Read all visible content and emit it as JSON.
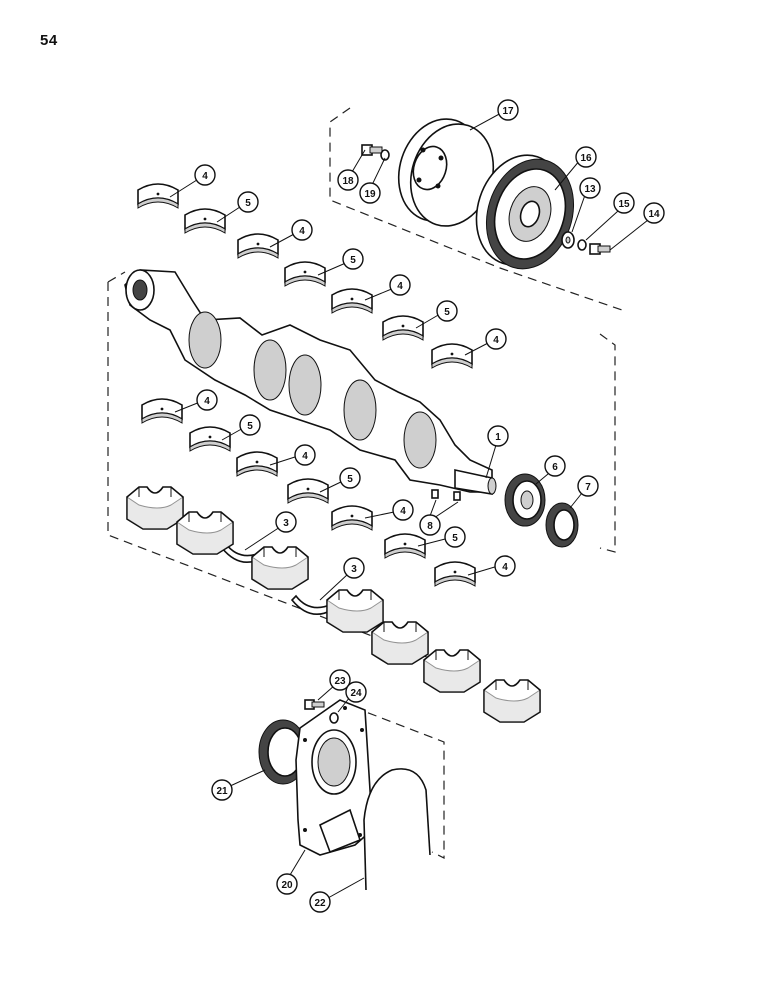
{
  "page": {
    "number": "54"
  },
  "callouts": [
    {
      "id": "c4a",
      "label": "4"
    },
    {
      "id": "c5a",
      "label": "5"
    },
    {
      "id": "c4b",
      "label": "4"
    },
    {
      "id": "c5b",
      "label": "5"
    },
    {
      "id": "c4c",
      "label": "4"
    },
    {
      "id": "c5c",
      "label": "5"
    },
    {
      "id": "c4d",
      "label": "4"
    },
    {
      "id": "c4e",
      "label": "4"
    },
    {
      "id": "c5d",
      "label": "5"
    },
    {
      "id": "c4f",
      "label": "4"
    },
    {
      "id": "c5e",
      "label": "5"
    },
    {
      "id": "c4g",
      "label": "4"
    },
    {
      "id": "c5f",
      "label": "5"
    },
    {
      "id": "c4h",
      "label": "4"
    },
    {
      "id": "c1",
      "label": "1"
    },
    {
      "id": "c6",
      "label": "6"
    },
    {
      "id": "c7",
      "label": "7"
    },
    {
      "id": "c8",
      "label": "8"
    },
    {
      "id": "c3a",
      "label": "3"
    },
    {
      "id": "c3b",
      "label": "3"
    },
    {
      "id": "c13",
      "label": "13"
    },
    {
      "id": "c14",
      "label": "14"
    },
    {
      "id": "c15",
      "label": "15"
    },
    {
      "id": "c16",
      "label": "16"
    },
    {
      "id": "c17",
      "label": "17"
    },
    {
      "id": "c18",
      "label": "18"
    },
    {
      "id": "c19",
      "label": "19"
    },
    {
      "id": "c20",
      "label": "20"
    },
    {
      "id": "c21",
      "label": "21"
    },
    {
      "id": "c22",
      "label": "22"
    },
    {
      "id": "c23",
      "label": "23"
    },
    {
      "id": "c24",
      "label": "24"
    }
  ]
}
